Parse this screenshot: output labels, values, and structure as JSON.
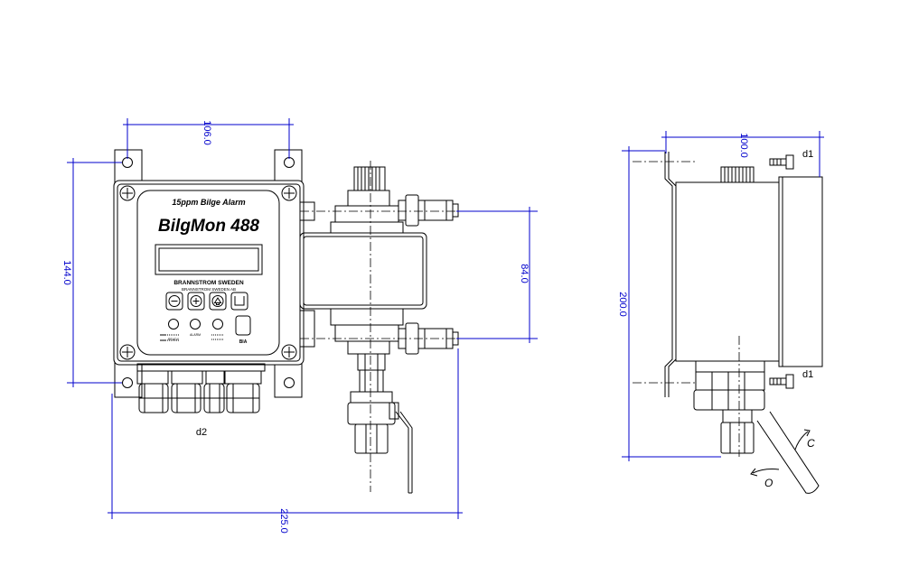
{
  "front_view": {
    "panel_subtitle": "15ppm Bilge Alarm",
    "panel_title": "BilgMon 488",
    "maker_line1": "BRANNSTROM SWEDEN",
    "maker_line2": "BRANNSTROM SWEDEN AB",
    "buttons": [
      "minus",
      "plus",
      "up",
      "enter"
    ],
    "led_labels": [
      "ALARM",
      "READY"
    ],
    "badge": "BIA",
    "label_d2": "d2"
  },
  "side_view": {
    "label_d1_top": "d1",
    "label_d1_bottom": "d1",
    "label_close": "C",
    "label_open": "O"
  },
  "dimensions": {
    "width_mounting_holes": "106.0",
    "height_mounting_holes": "144.0",
    "pipe_spacing": "84.0",
    "overall_width": "225.0",
    "side_depth": "100.0",
    "side_height": "200.0"
  },
  "colors": {
    "dimension_lines": "#0000cc",
    "outline": "#000000"
  }
}
